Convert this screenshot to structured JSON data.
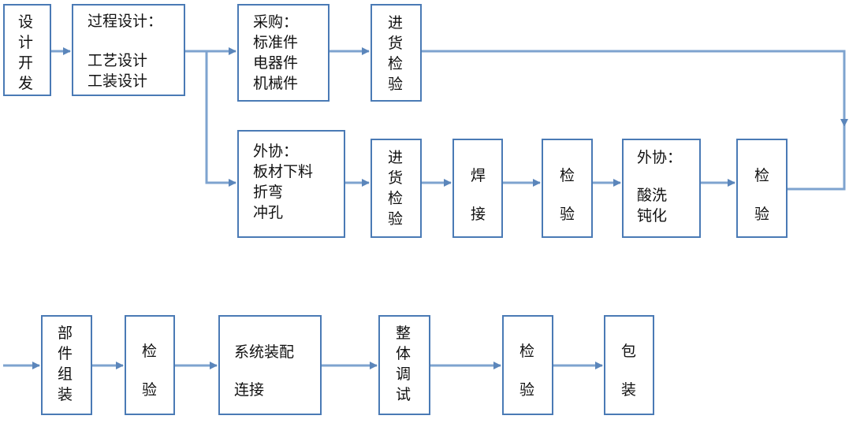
{
  "boxes": {
    "design": {
      "label": "设\n计\n开\n发"
    },
    "process": {
      "title": "过程设计：",
      "line1": "工艺设计",
      "line2": "工装设计"
    },
    "purchase": {
      "label": "采购：\n标准件\n电器件\n机械件"
    },
    "incoming_top": {
      "label": "进\n货\n检\n验"
    },
    "outsource1": {
      "label": "外协：\n板材下料\n折弯\n冲孔"
    },
    "incoming_mid": {
      "label": "进\n货\n检\n验"
    },
    "welding": {
      "line1": "焊",
      "line2": "接"
    },
    "inspect1": {
      "line1": "检",
      "line2": "验"
    },
    "outsource2": {
      "title": "外协：",
      "line1": "酸洗",
      "line2": "钝化"
    },
    "inspect2": {
      "line1": "检",
      "line2": "验"
    },
    "assembly": {
      "label": "部\n件\n组\n装"
    },
    "inspect3": {
      "line1": "检",
      "line2": "验"
    },
    "system": {
      "line1": "系统装配",
      "line2": "连接"
    },
    "debug": {
      "label": "整\n体\n调\n试"
    },
    "inspect4": {
      "line1": "检",
      "line2": "验"
    },
    "pack": {
      "line1": "包",
      "line2": "装"
    }
  },
  "colors": {
    "border": "#4a7ab5",
    "arrow": "#7ea3cf"
  }
}
